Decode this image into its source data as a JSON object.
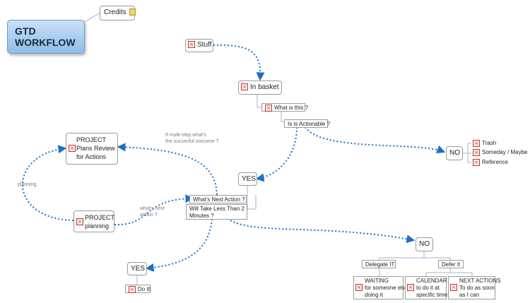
{
  "title": "GTD\nWORKFLOW",
  "nodes": {
    "credits": "Credits",
    "stuff": "Stuff",
    "in_basket": "In basket",
    "what_is_this": "What is this ?",
    "is_actionable": "Is is Actionable ?",
    "no_top": "NO",
    "trash": "Trash",
    "someday": "Someday / Maybe",
    "reference": "Reference",
    "project_review": "PROJECT\nPlans Review\nfor Actions",
    "yes_top": "YES",
    "next_action": "What's Next Action ?",
    "less_than_2": "Will Take Less Than 2\nMinutes ?",
    "project_planning": "PROJECT\nplanning",
    "no_bottom": "NO",
    "delegate": "Delegate IT",
    "defer": "Defer It",
    "waiting": "WAITING\nfor someone else\ndoing it",
    "calendar": "CALENDAR\nto do it at\nspecific time",
    "next_actions": "NEXT ACTIONS\nTo do as soon\nas I can",
    "yes_bottom": "YES",
    "do_it": "Do it!"
  },
  "edge_labels": {
    "multi_step": "If multi-step what's\nthe succesful outcome ?",
    "planning": "planning",
    "whats_next": "what's next\naction ?"
  },
  "colors": {
    "arrow": "#1f6fc4",
    "connector": "#9fb6cf",
    "title_bg": "#a9cdee"
  },
  "icons": {
    "item": "x-box-icon",
    "note": "note-icon"
  }
}
